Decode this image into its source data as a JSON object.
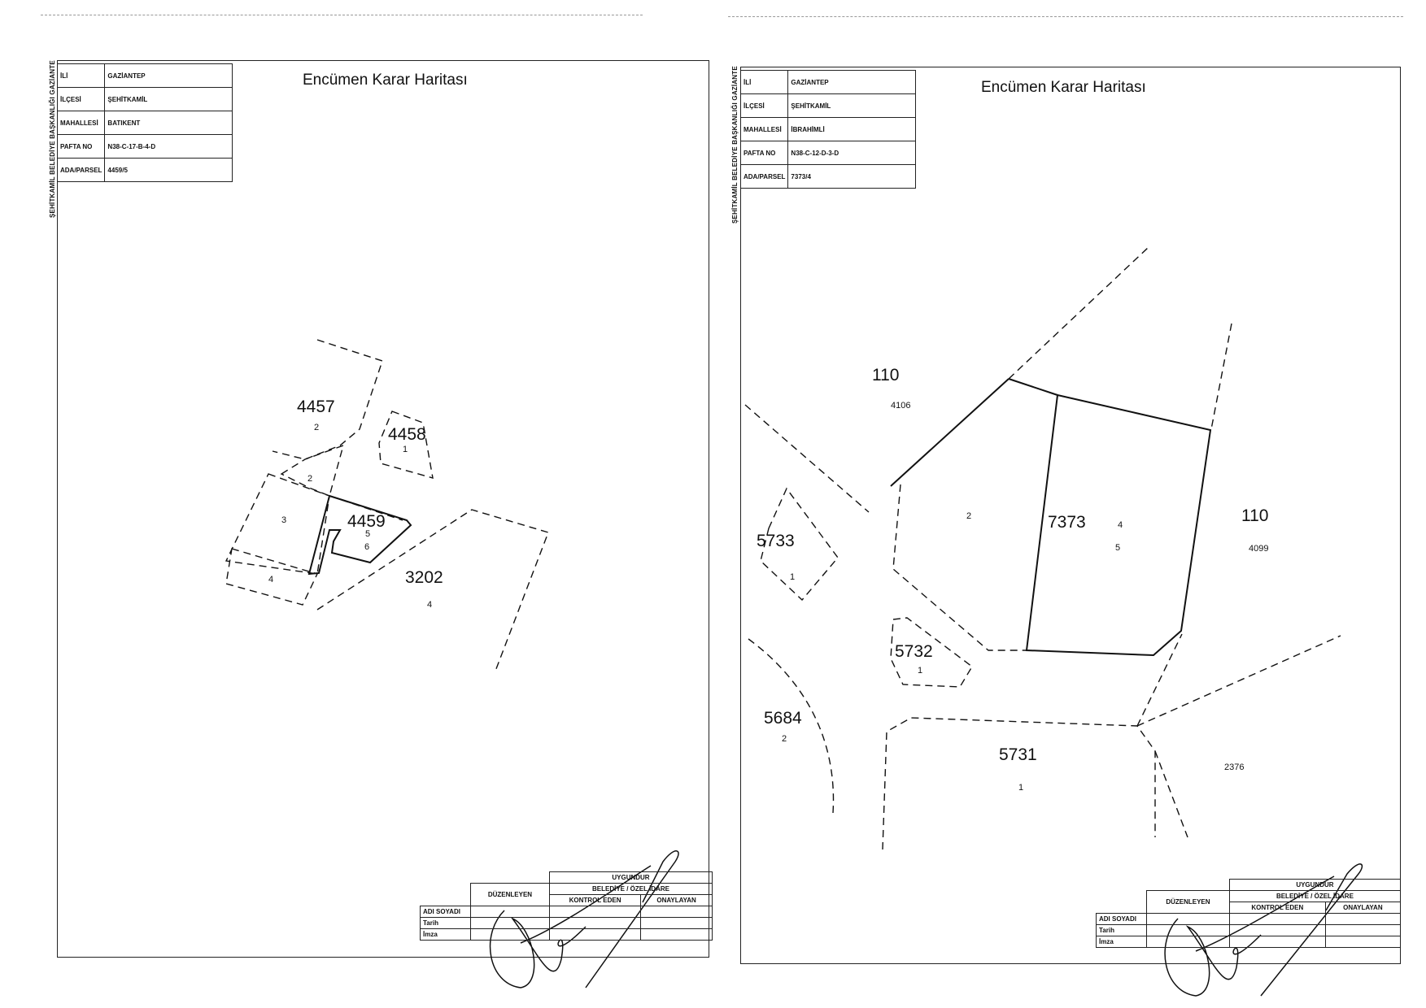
{
  "sheets": [
    {
      "side_text": "ŞEHİTKAMİL BELEDİYE BAŞKANLIĞI GAZİANTE",
      "title": "Encümen Karar Haritası",
      "info": [
        {
          "key": "İLİ",
          "value": "GAZİANTEP"
        },
        {
          "key": "İLÇESİ",
          "value": "ŞEHİTKAMİL"
        },
        {
          "key": "MAHALLESİ",
          "value": "BATIKENT"
        },
        {
          "key": "PAFTA NO",
          "value": "N38-C-17-B-4-D"
        },
        {
          "key": "ADA/PARSEL",
          "value": "4459/5"
        }
      ],
      "parcels": {
        "p4457": {
          "ada": "4457",
          "parsel": "2"
        },
        "p4458": {
          "ada": "4458",
          "parsel": "1"
        },
        "p4459": {
          "ada": "4459",
          "parsel": "5",
          "parsel2": "6"
        },
        "p3202": {
          "ada": "3202",
          "parsel": "4"
        },
        "lot2": "2",
        "lot3": "3",
        "lot4": "4"
      },
      "approval": {
        "uygundur": "UYGUNDUR",
        "authority": "BELEDİYE / ÖZEL İDARE",
        "duzenleyen": "DÜZENLEYEN",
        "kontrol": "KONTROL EDEN",
        "onaylayan": "ONAYLAYAN",
        "adi_soyadi": "ADI SOYADI",
        "tarih": "Tarih",
        "imza": "İmza"
      }
    },
    {
      "side_text": "ŞEHİTKAMİL BELEDİYE BAŞKANLIĞI GAZİANTE",
      "title": "Encümen Karar Haritası",
      "info": [
        {
          "key": "İLİ",
          "value": "GAZİANTEP"
        },
        {
          "key": "İLÇESİ",
          "value": "ŞEHİTKAMİL"
        },
        {
          "key": "MAHALLESİ",
          "value": "İBRAHİMLİ"
        },
        {
          "key": "PAFTA NO",
          "value": "N38-C-12-D-3-D"
        },
        {
          "key": "ADA/PARSEL",
          "value": "7373/4"
        }
      ],
      "parcels": {
        "p110a": {
          "ada": "110",
          "parsel": "4106"
        },
        "p110b": {
          "ada": "110",
          "parsel": "4099"
        },
        "p7373": {
          "ada": "7373",
          "parsel": "4",
          "parsel2": "5"
        },
        "p5733": {
          "ada": "5733",
          "parsel": "1"
        },
        "p5732": {
          "ada": "5732",
          "parsel": "1"
        },
        "p5684": {
          "ada": "5684",
          "parsel": "2"
        },
        "p5731": {
          "ada": "5731",
          "parsel": "1"
        },
        "p2376": "2376",
        "lot2": "2"
      },
      "approval": {
        "uygundur": "UYGUNDUR",
        "authority": "BELEDİYE / ÖZEL İDARE",
        "duzenleyen": "DÜZENLEYEN",
        "kontrol": "KONTROL EDEN",
        "onaylayan": "ONAYLAYAN",
        "adi_soyadi": "ADI SOYADI",
        "tarih": "Tarih",
        "imza": "İmza"
      }
    }
  ],
  "colors": {
    "ink": "#111111",
    "paper": "#ffffff"
  }
}
